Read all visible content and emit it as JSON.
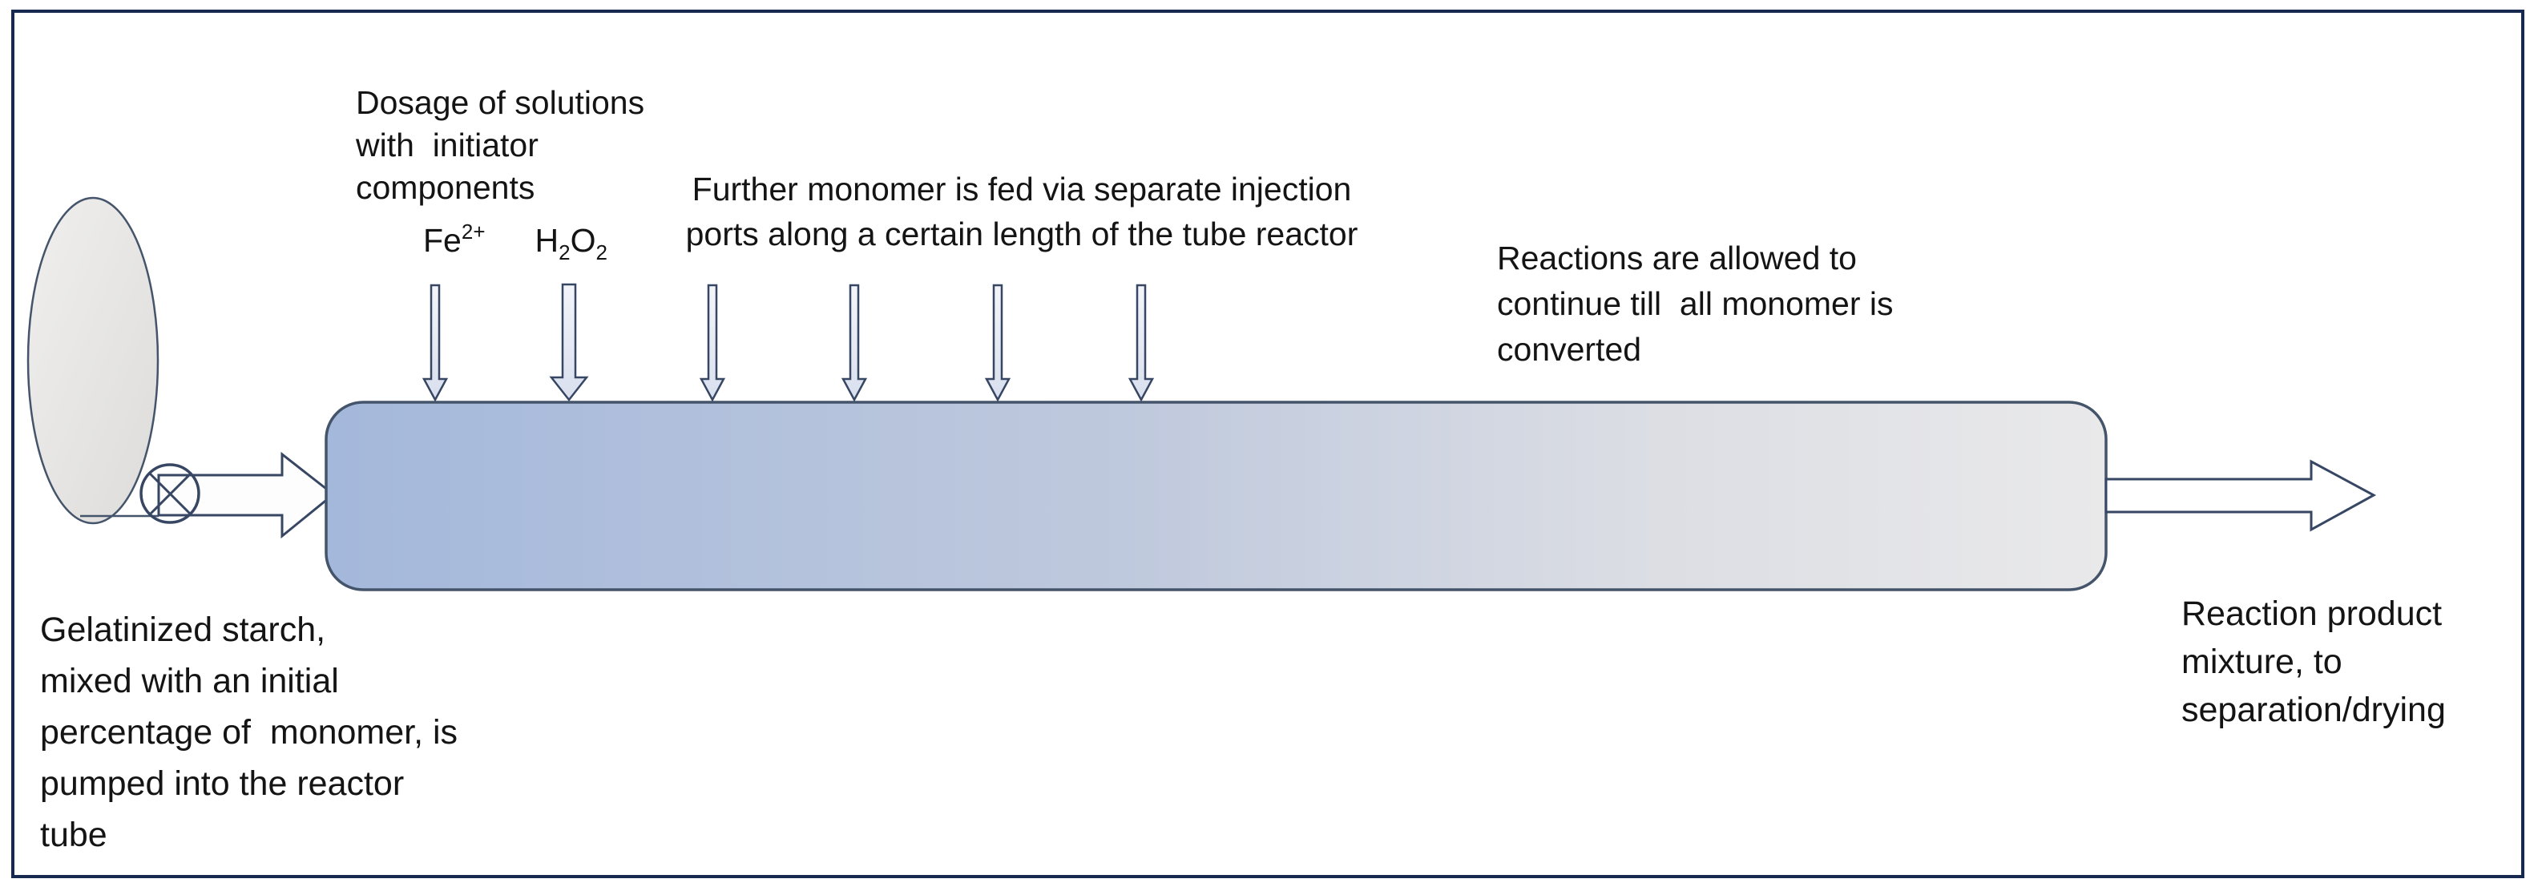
{
  "diagram": {
    "name": "tube-reactor-process-flow",
    "labels": {
      "dosage": {
        "line1": "Dosage of solutions",
        "line2": "with  initiator",
        "line3": "components"
      },
      "initiator_fe": {
        "base": "Fe",
        "sup": "2+"
      },
      "initiator_h2o2": {
        "p1": "H",
        "s1": "2",
        "p2": "O",
        "s2": "2"
      },
      "further": {
        "line1": "Further monomer is fed via separate injection",
        "line2": "ports along a certain length of the tube reactor"
      },
      "reactions": {
        "line1": "Reactions are allowed to",
        "line2": "continue till  all monomer is",
        "line3": "converted"
      },
      "feed": {
        "line1": "Gelatinized starch,",
        "line2": "mixed with an initial",
        "line3": "percentage of  monomer, is",
        "line4": "pumped into the reactor",
        "line5": "tube"
      },
      "product": {
        "line1": "Reaction product",
        "line2": "mixture, to",
        "line3": "separation/drying"
      }
    },
    "colors": {
      "frame_border": "#17294e",
      "shape_stroke": "#44546a",
      "arrow_stroke": "#364663",
      "tube_left": "#a4b8db",
      "tube_mid1": "#bfc9dd",
      "tube_mid2": "#dcdee4",
      "tube_right": "#e9e9ea",
      "vessel_light": "#f0efee",
      "vessel_dark": "#dddcda",
      "arrow_fill_light": "#f3f5fa",
      "arrow_fill_dark": "#d9dfee",
      "text": "#141414"
    },
    "shapes": {
      "injection_port_count": 6
    }
  }
}
